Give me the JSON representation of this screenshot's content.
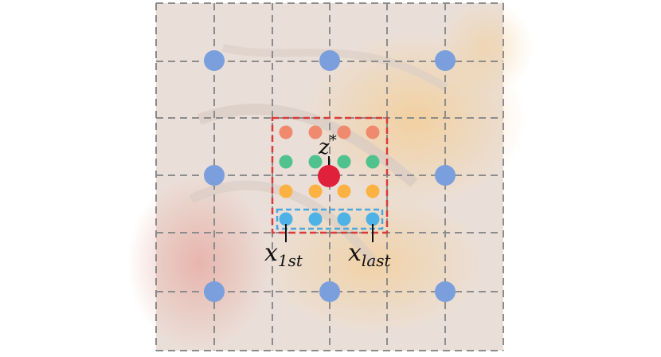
{
  "diagram": {
    "labels": {
      "z_star": {
        "base": "z",
        "sup": "*"
      },
      "x_first": {
        "base": "x",
        "sub": "1st"
      },
      "x_last": {
        "base": "x",
        "sub": "last"
      }
    },
    "rows": [
      {
        "name": "row-1",
        "color": "#ef8a6f"
      },
      {
        "name": "row-2",
        "color": "#4fc28d"
      },
      {
        "name": "row-3",
        "color": "#fbb243"
      },
      {
        "name": "row-4",
        "color": "#4fb2e6"
      }
    ],
    "colors": {
      "coarse_point": "#7a9fdc",
      "center_point": "#e0213b",
      "local_window_border": "#d93a3a",
      "selected_row_border": "#4aa8e0",
      "grid_line": "#8c8c8c",
      "background_tint": "#efe2da"
    }
  }
}
